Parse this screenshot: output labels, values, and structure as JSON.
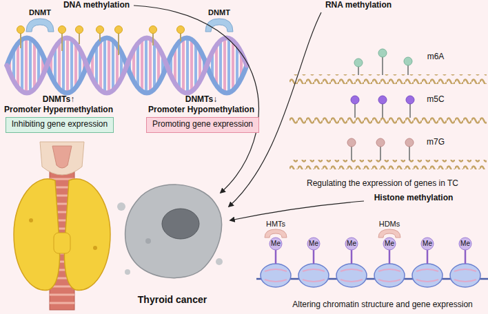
{
  "diagram": {
    "nodes": [
      {
        "text": [
          "Inhibiting gene expression"
        ]
      },
      {
        "text": [
          "Promoting gene expression"
        ]
      }
    ],
    "labels": [
      "DNA methylation",
      "DNMT",
      "DNMT",
      "DNMTs↑",
      "Promoter Hypermethylation",
      "DNMTs↓",
      "Promoter Hypomethylation",
      "RNA methylation",
      "m6A",
      "m5C",
      "m7G",
      "Regulating the expression of genes in TC",
      "Histone methylation",
      "HMTs",
      "HDMs",
      "Me",
      "Me",
      "Me",
      "Me",
      "Me",
      "Me",
      "Altering chromatin structure and gene expression",
      "Thyroid cancer"
    ]
  }
}
